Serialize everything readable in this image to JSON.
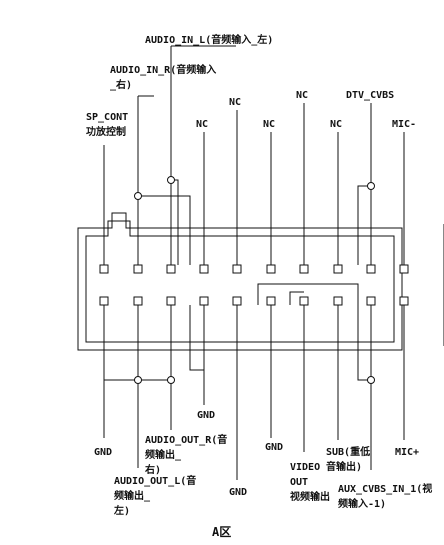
{
  "labels": {
    "audio_in_l": "AUDIO_IN_L(音频输入_左)",
    "audio_in_r_1": "AUDIO_IN_R(音频输入",
    "audio_in_r_2": "_右)",
    "sp_cont_1": "SP_CONT",
    "sp_cont_2": "功放控制",
    "nc_1": "NC",
    "nc_2": "NC",
    "nc_3": "NC",
    "nc_4": "NC",
    "nc_5": "NC",
    "dtv_cvbs": "DTV_CVBS",
    "mic_minus": "MIC-",
    "gnd_1": "GND",
    "gnd_2": "GND",
    "gnd_3": "GND",
    "gnd_4": "GND",
    "audio_out_r_1": "AUDIO_OUT_R(音",
    "audio_out_r_2": "频输出_",
    "audio_out_r_3": "右)",
    "audio_out_l_1": "AUDIO_OUT_L(音",
    "audio_out_l_2": "频输出_",
    "audio_out_l_3": "左)",
    "video_out_1": "VIDEO",
    "video_out_2": "OUT",
    "video_out_3": "视频输出",
    "sub_1": "SUB(重低",
    "sub_2": "音输出)",
    "aux_cvbs_1": "AUX_CVBS_IN_1(视",
    "aux_cvbs_2": "频输入-1)",
    "mic_plus": "MIC+"
  },
  "caption": "A区"
}
